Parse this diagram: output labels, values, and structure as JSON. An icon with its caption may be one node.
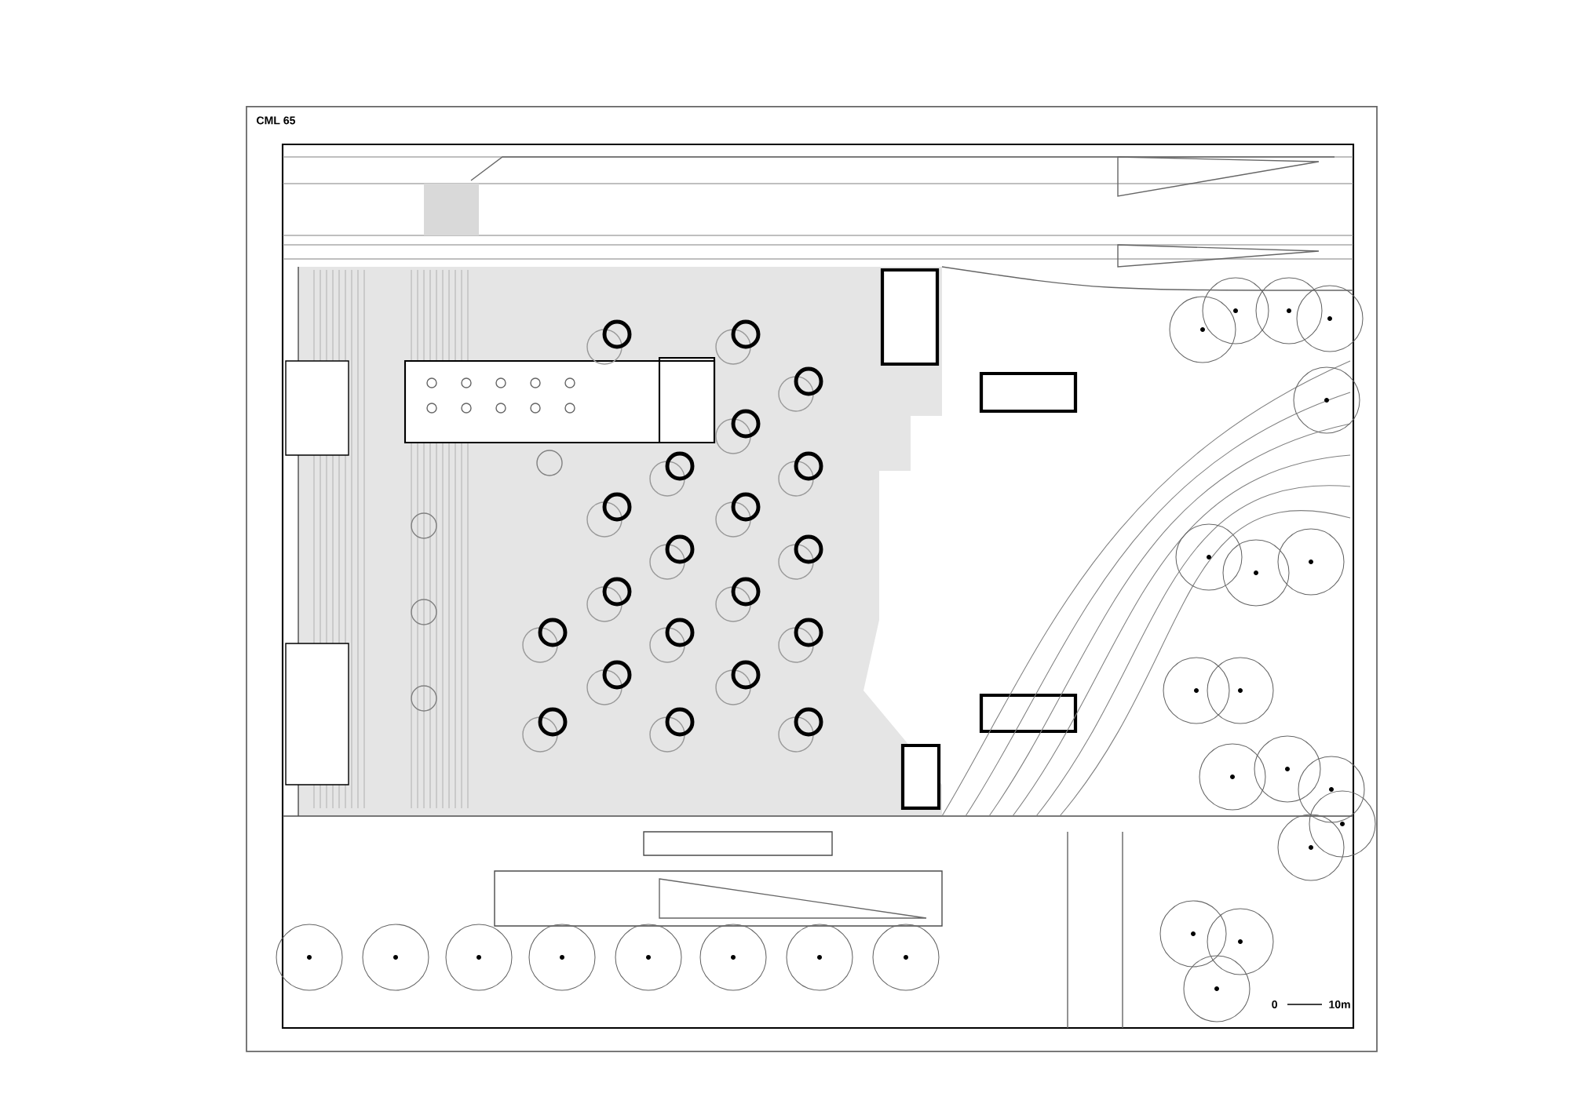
{
  "diagram": {
    "labels": [
      "CML 65",
      "0",
      "10m"
    ]
  }
}
